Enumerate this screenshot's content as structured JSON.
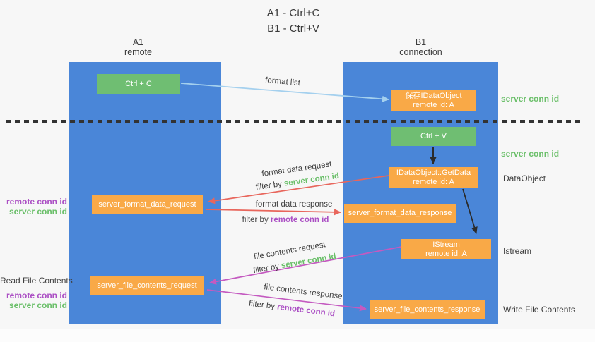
{
  "title": {
    "line1": "A1 - Ctrl+C",
    "line2": "B1 - Ctrl+V"
  },
  "lanes": {
    "left": {
      "name": "A1",
      "role": "remote"
    },
    "right": {
      "name": "B1",
      "role": "connection"
    }
  },
  "nodes": {
    "ctrl_c": {
      "label": "Ctrl + C"
    },
    "save_idataobject": {
      "line1": "保存IDataObject",
      "line2": "remote id: A"
    },
    "ctrl_v": {
      "label": "Ctrl + V"
    },
    "getdata": {
      "line1": "IDataObject::GetData",
      "line2": "remote id: A"
    },
    "server_format_data_request": {
      "label": "server_format_data_request"
    },
    "server_format_data_response": {
      "label": "server_format_data_response"
    },
    "istream": {
      "line1": "IStream",
      "line2": "remote id: A"
    },
    "server_file_contents_request": {
      "label": "server_file_contents_request"
    },
    "server_file_contents_response": {
      "label": "server_file_contents_response"
    }
  },
  "flow_labels": {
    "format_list": "format list",
    "format_data_request": "format data request",
    "format_data_response": "format data response",
    "file_contents_request": "file contents request",
    "file_contents_response": "file contents response",
    "filter_by": "filter by",
    "server_conn_id": "server conn id",
    "remote_conn_id": "remote conn id"
  },
  "side_labels": {
    "server_conn_id": "server conn id",
    "remote_conn_id": "remote conn id",
    "dataobject": "DataObject",
    "istream": "Istream",
    "read_file_contents": "Read File Contents",
    "write_file_contents": "Write File Contents"
  },
  "colors": {
    "lane_blue": "#4a86d8",
    "node_green": "#6fbe72",
    "node_orange": "#f9a947",
    "arrow_blue": "#a4d0ee",
    "arrow_red": "#e8665c",
    "arrow_magenta": "#c45ac0",
    "arrow_black": "#2b2b2b",
    "label_green": "#6abf69",
    "label_purple": "#ab4fc4",
    "text_dark": "#3f3f3f"
  }
}
